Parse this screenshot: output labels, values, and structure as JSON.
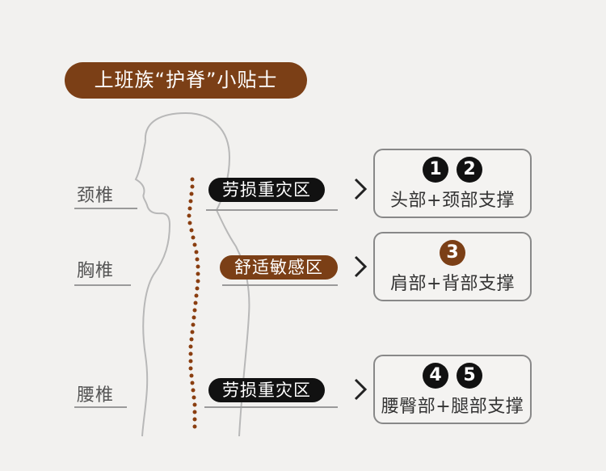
{
  "title": "上班族“护脊”小贴士",
  "regions": [
    {
      "label": "颈椎"
    },
    {
      "label": "胸椎"
    },
    {
      "label": "腰椎"
    }
  ],
  "zones": [
    {
      "label": "劳损重灾区",
      "tone": "dark",
      "badges": [
        "1",
        "2"
      ],
      "support": "头部+颈部支撑"
    },
    {
      "label": "舒适敏感区",
      "tone": "brown",
      "badges": [
        "3"
      ],
      "support": "肩部+背部支撑"
    },
    {
      "label": "劳损重灾区",
      "tone": "dark",
      "badges": [
        "4",
        "5"
      ],
      "support": "腰臀部+腿部支撑"
    }
  ],
  "colors": {
    "brown": "#7b3f16",
    "dark": "#111111",
    "background": "#f2f1ef"
  }
}
